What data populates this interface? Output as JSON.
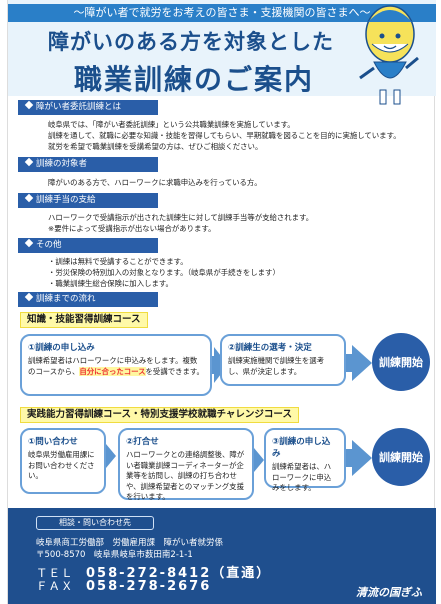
{
  "header": {
    "tagline": "～障がい者で就労をお考えの皆さま・支援機関の皆さまへ～",
    "title_line1": "障がいのある方を対象とした",
    "title_line2": "職業訓練のご案内"
  },
  "sections": [
    {
      "title": "障がい者委託訓練とは",
      "lines": [
        "岐阜県では、「障がい者委託訓練」という公共職業訓練を実施しています。",
        "訓練を通して、就職に必要な知識・技能を習得してもらい、早期就職を図ることを目的に実施しています。",
        "就労を希望で職業訓練を受講希望の方は、ぜひご相談ください。"
      ]
    },
    {
      "title": "訓練の対象者",
      "lines": [
        "障がいのある方で、ハローワークに求職申込みを行っている方。"
      ]
    },
    {
      "title": "訓練手当の支給",
      "lines": [
        "ハローワークで受講指示が出された訓練生に対して訓練手当等が支給されます。",
        "※要件によって受講指示が出ない場合があります。"
      ]
    },
    {
      "title": "その他",
      "lines": [
        "・訓練は無料で受講することができます。",
        "・労災保険の特別加入の対象となります。（岐阜県が手続きをします）",
        "・職業訓練生総合保険に加入します。"
      ]
    },
    {
      "title": "訓練までの流れ",
      "lines": []
    }
  ],
  "course1": {
    "label": "知識・技能習得訓練コース",
    "step1_title": "①訓練の申し込み",
    "step1_pre": "訓練希望者はハローワークに申込みをします。複数のコースから、",
    "step1_hl": "自分に合ったコース",
    "step1_post": "を受講できます。",
    "step2_title": "②訓練生の選考・決定",
    "step2_body": "訓練実施機関で訓練生を選考し、県が決定します。",
    "start": "訓練開始"
  },
  "course2": {
    "label": "実践能力習得訓練コース・特別支援学校就職チャレンジコース",
    "step1_title": "①問い合わせ",
    "step1_body": "岐阜県労働雇用課にお問い合わせください。",
    "step2_title": "②打合せ",
    "step2_body": "ハローワークとの連絡調整後、障がい者職業訓練コーディネーターが企業等を訪問し、訓練の打ち合わせや、訓練希望者とのマッチング支援を行います。",
    "step3_title": "③訓練の申し込み",
    "step3_body": "訓練希望者は、ハローワークに申込みをします。",
    "start": "訓練開始"
  },
  "footer": {
    "contact_heading": "相談・問い合わせ先",
    "office": "岐阜県商工労働部　労働雇用課　障がい者就労係",
    "address": "〒500-8570　岐阜県岐阜市薮田南2-1-1",
    "tel_label": "ＴＥＬ",
    "tel": "058-272-8412（直通）",
    "fax_label": "ＦＡＸ",
    "fax": "058-278-2676",
    "logo_text": "清流の国ぎふ"
  },
  "colors": {
    "primary": "#1f4f8e",
    "accent": "#2a7fc8",
    "highlight_bg": "#fff9a8",
    "highlight_text": "#e33333"
  }
}
